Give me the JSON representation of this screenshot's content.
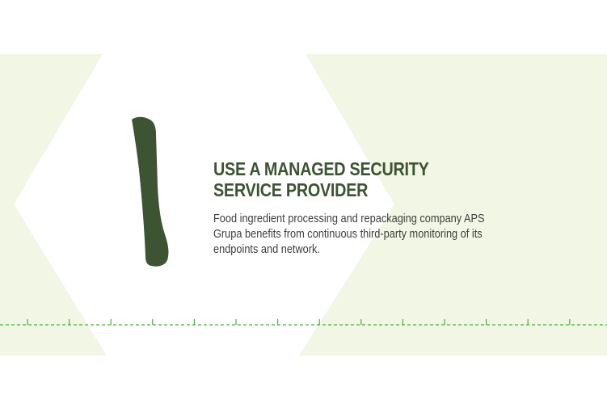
{
  "slide": {
    "numeral_icon": "numeral-one-shape",
    "title_line1": "USE A MANAGED SECURITY",
    "title_line2": "SERVICE PROVIDER",
    "description": "Food ingredient processing and repackaging company APS Grupa benefits from continuous third-party monitoring of its endpoints and network."
  },
  "colors": {
    "band_background": "#f1f6e5",
    "hexagon": "#ffffff",
    "numeral": "#3d5433",
    "title": "#3d5433",
    "text": "#3e3e3e",
    "ruler": "#4caf3f"
  }
}
